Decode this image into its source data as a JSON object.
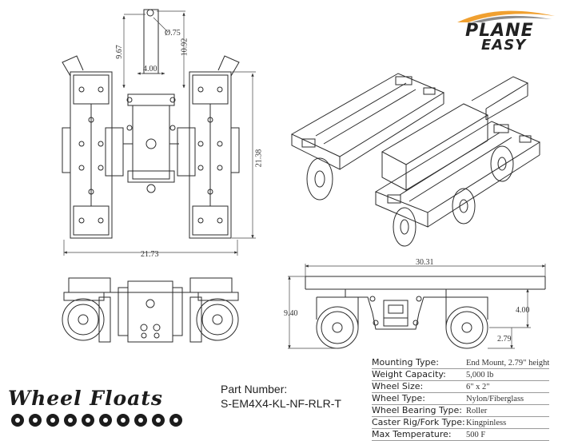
{
  "dimensions": {
    "hole_diameter": "Ø.75",
    "height_to_pin": "9.67",
    "height_to_top": "10.92",
    "tube_width": "4.00",
    "overall_length": "21.38",
    "overall_width": "21.73",
    "side_length": "30.31",
    "side_height": "9.40",
    "mount_height": "4.00",
    "mount_offset": "2.79"
  },
  "brand_top": {
    "line1": "PLANE",
    "line2": "EASY"
  },
  "brand_bottom": {
    "text": "Wheel Floats"
  },
  "part": {
    "label": "Part Number:",
    "value": "S-EM4X4-KL-NF-RLR-T"
  },
  "specs": [
    {
      "key": "Mounting Type:",
      "value": "End Mount, 2.79\" height"
    },
    {
      "key": "Weight Capacity:",
      "value": "5,000 lb"
    },
    {
      "key": "Wheel Size:",
      "value": "6\" x 2\""
    },
    {
      "key": "Wheel Type:",
      "value": "Nylon/Fiberglass"
    },
    {
      "key": "Wheel Bearing Type:",
      "value": "Roller"
    },
    {
      "key": "Caster Rig/Fork Type:",
      "value": "Kingpinless"
    },
    {
      "key": "Max Temperature:",
      "value": "500 F"
    }
  ],
  "colors": {
    "line": "#2b2b2b",
    "accent": "#f0a030",
    "wheel_text": "#1c1c1c"
  }
}
